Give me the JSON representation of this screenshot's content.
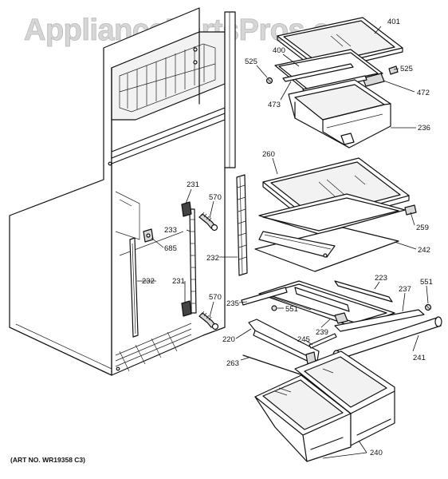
{
  "watermark": "AppliancePartsPros.com",
  "art_number": "(ART NO. WR19358 C3)",
  "callouts": [
    {
      "id": "401",
      "text": "401"
    },
    {
      "id": "400",
      "text": "400"
    },
    {
      "id": "525a",
      "text": "525"
    },
    {
      "id": "525b",
      "text": "525"
    },
    {
      "id": "472",
      "text": "472"
    },
    {
      "id": "473",
      "text": "473"
    },
    {
      "id": "236",
      "text": "236"
    },
    {
      "id": "260",
      "text": "260"
    },
    {
      "id": "259",
      "text": "259"
    },
    {
      "id": "242",
      "text": "242"
    },
    {
      "id": "231a",
      "text": "231"
    },
    {
      "id": "570a",
      "text": "570"
    },
    {
      "id": "233",
      "text": "233"
    },
    {
      "id": "685",
      "text": "685"
    },
    {
      "id": "232a",
      "text": "232"
    },
    {
      "id": "232b",
      "text": "232"
    },
    {
      "id": "231b",
      "text": "231"
    },
    {
      "id": "570b",
      "text": "570"
    },
    {
      "id": "223",
      "text": "223"
    },
    {
      "id": "237",
      "text": "237"
    },
    {
      "id": "551a",
      "text": "551"
    },
    {
      "id": "235",
      "text": "235"
    },
    {
      "id": "551b",
      "text": "551"
    },
    {
      "id": "239",
      "text": "239"
    },
    {
      "id": "220",
      "text": "220"
    },
    {
      "id": "245",
      "text": "245"
    },
    {
      "id": "241",
      "text": "241"
    },
    {
      "id": "263",
      "text": "263"
    },
    {
      "id": "240",
      "text": "240"
    }
  ]
}
